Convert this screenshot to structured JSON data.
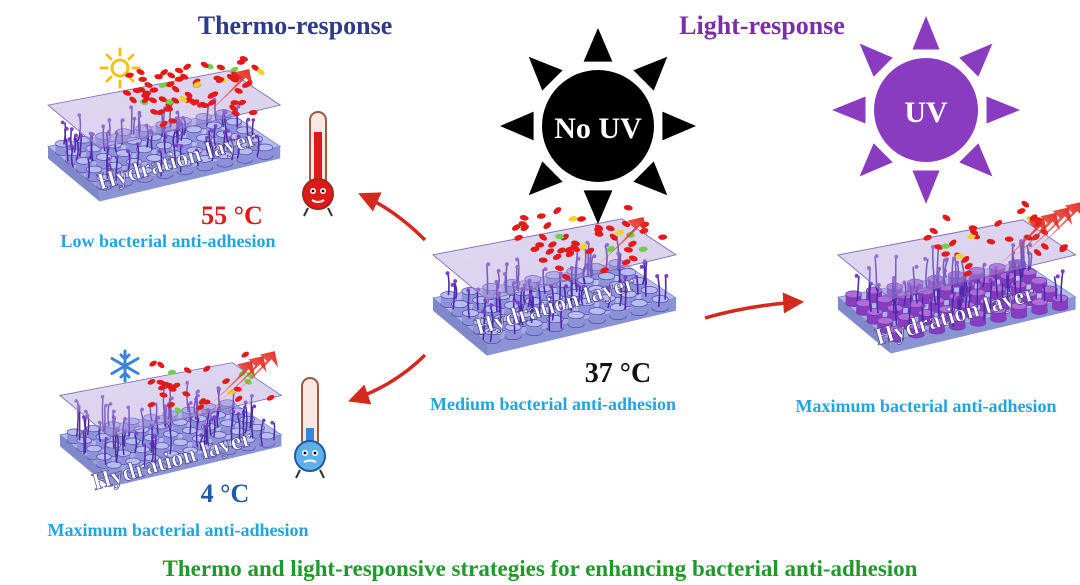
{
  "titles": {
    "thermo": "Thermo-response",
    "light": "Light-response",
    "caption": "Thermo and light-responsive strategies for enhancing bacterial anti-adhesion"
  },
  "layer_label": "Hydration layer",
  "sun_labels": {
    "no_uv": "No UV",
    "uv": "UV"
  },
  "temperatures": {
    "hot": "55 °C",
    "cold": "4 °C",
    "body": "37 °C"
  },
  "states": {
    "hot": "Low bacterial anti-adhesion",
    "cold": "Maximum bacterial anti-adhesion",
    "center": "Medium bacterial anti-adhesion",
    "uv": "Maximum bacterial anti-adhesion"
  },
  "colors": {
    "thermo_title": "#2e3a8c",
    "light_title": "#7a2fa8",
    "caption": "#1f9a2a",
    "state_text": "#1fa5e0",
    "hot_temp": "#e01818",
    "cold_temp": "#1e5aa8",
    "arrow": "#d42a1e",
    "uv_sun": "#8a3cc0"
  },
  "icons": [
    "sun-icon",
    "snowflake-icon",
    "hot-thermometer-icon",
    "cold-thermometer-icon",
    "sun-black-icon",
    "sun-uv-icon"
  ]
}
